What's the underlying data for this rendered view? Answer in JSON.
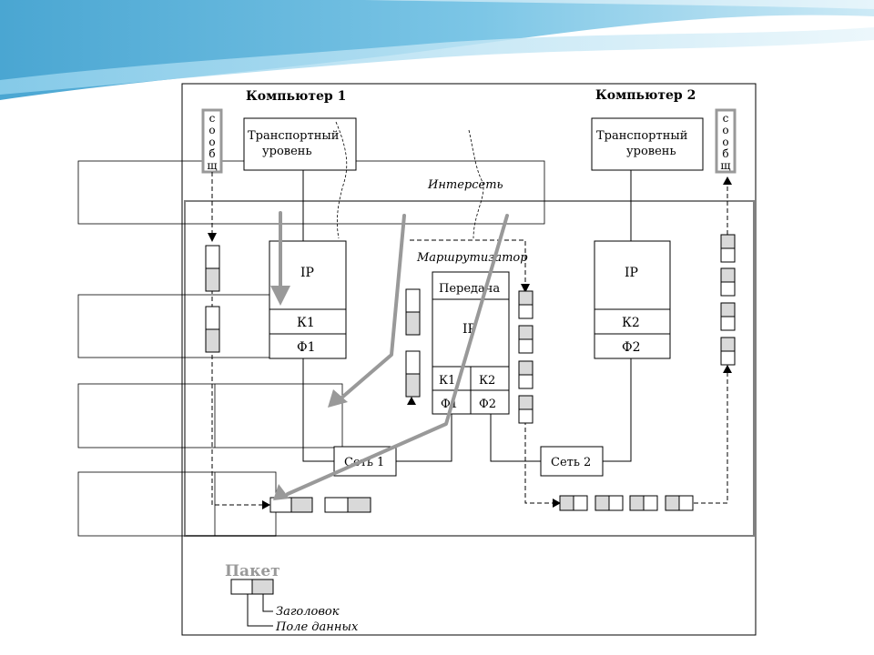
{
  "computer1": {
    "title": "Компьютер 1",
    "transport": [
      "Транспортный",
      "уровень"
    ],
    "ip": "IP",
    "k": "К1",
    "f": "Ф1"
  },
  "computer2": {
    "title": "Компьютер 2",
    "transport": [
      "Транспортный",
      "уровень"
    ],
    "ip": "IP",
    "k": "К2",
    "f": "Ф2"
  },
  "message_vertical": "сообщ",
  "internet": "Интерсеть",
  "router": {
    "title": "Маршрутизатор",
    "transfer": "Передача",
    "ip": "IP",
    "k1": "К1",
    "k2": "К2",
    "f1": "Ф1",
    "f2": "Ф2"
  },
  "net1": "Сеть 1",
  "net2": "Сеть 2",
  "legend": {
    "title": "Пакет",
    "header": "Заголовок",
    "data_field": "Поле данных"
  },
  "colors": {
    "frame": "#808080",
    "accent_gray": "#999999",
    "packet_fill": "#d9d9d9",
    "banner_blue": "#5ab0d6"
  }
}
